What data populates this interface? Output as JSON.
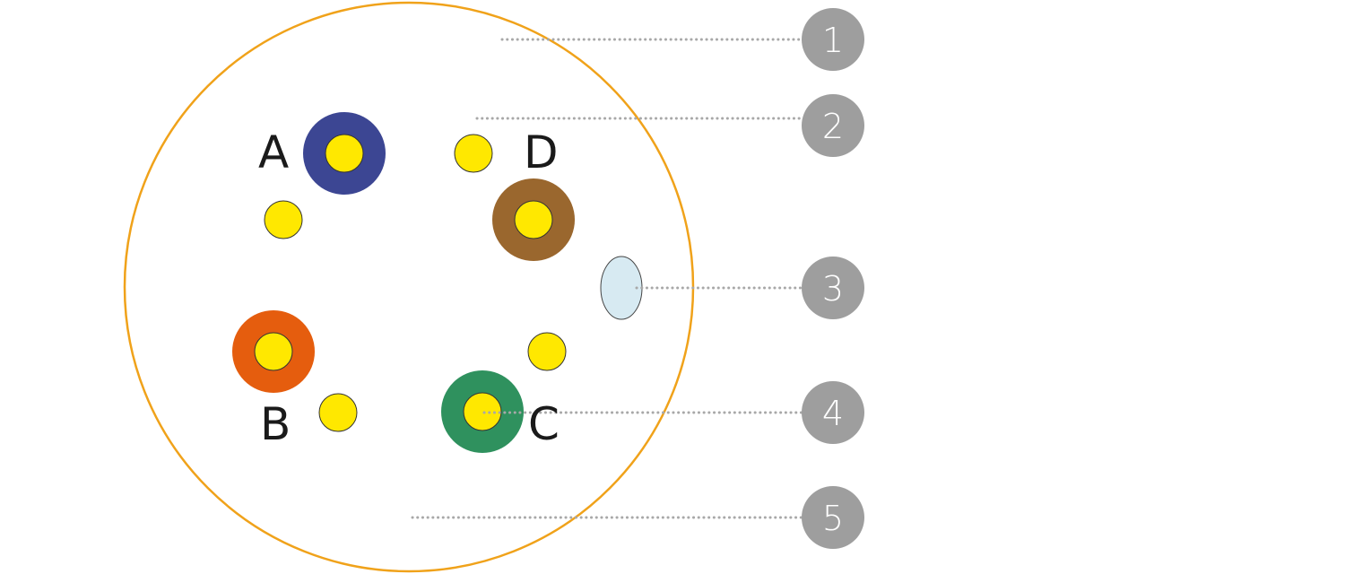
{
  "diagram": {
    "colors": {
      "plate_outline": "#f0a21a",
      "ring_a": "#3c4693",
      "ring_b": "#e55d0e",
      "ring_c": "#2f915e",
      "ring_d": "#9a672e",
      "well": "#ffe800",
      "ellipse": "#d7eaf2",
      "callout": "#9e9e9e",
      "leader": "#a8a8a8"
    },
    "labels": {
      "a": "A",
      "b": "B",
      "c": "C",
      "d": "D"
    },
    "callouts": [
      {
        "number": "1"
      },
      {
        "number": "2"
      },
      {
        "number": "3"
      },
      {
        "number": "4"
      },
      {
        "number": "5"
      }
    ]
  }
}
